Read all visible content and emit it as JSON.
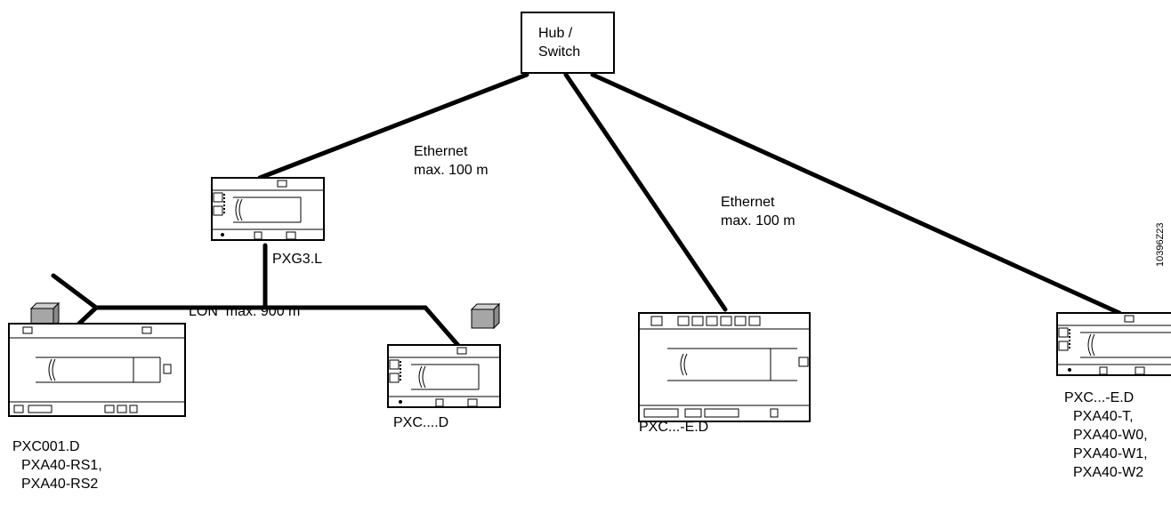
{
  "hub": {
    "line1": "Hub /",
    "line2": "Switch"
  },
  "links": {
    "ethernet_left": {
      "line1": "Ethernet",
      "line2": "max. 100 m"
    },
    "ethernet_right": {
      "line1": "Ethernet",
      "line2": "max. 100 m"
    },
    "lon": "LON  max. 900 m"
  },
  "devices": {
    "pxg": {
      "name": "PXG3.L"
    },
    "pxc001": {
      "name": "PXC001.D",
      "options": [
        "PXA40-RS1,",
        "PXA40-RS2"
      ]
    },
    "pxc_small": {
      "name": "PXC....D"
    },
    "pxc_mid": {
      "name": "PXC...-E.D"
    },
    "pxc_right": {
      "name": "PXC...-E.D",
      "options": [
        "PXA40-T,",
        "PXA40-W0,",
        "PXA40-W1,",
        "PXA40-W2"
      ]
    }
  },
  "figure_code": "10396Z23"
}
